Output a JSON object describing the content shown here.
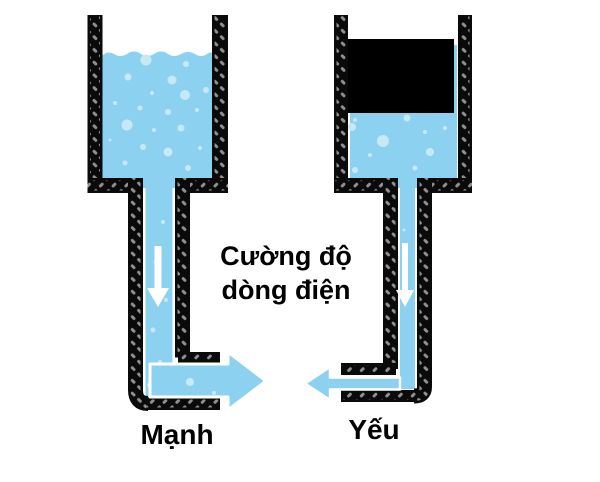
{
  "labels": {
    "caption_line1": "Cường độ",
    "caption_line2": "dòng điện",
    "strong": "Mạnh",
    "weak": "Yếu"
  },
  "icons": {
    "strong_flow_arrow": "thick-right-arrow",
    "weak_flow_arrow": "thin-left-arrow",
    "strong_downflow_arrow": "white-down-arrow",
    "weak_downflow_arrow": "white-down-arrow"
  },
  "colors": {
    "water": "#8CD1F0",
    "bubble": "#C6E9F8",
    "wall": "#0A0A0A",
    "wall-dash": "#8F8F8F",
    "text": "#000000",
    "censor": "#000000",
    "background": "#FFFFFF"
  }
}
